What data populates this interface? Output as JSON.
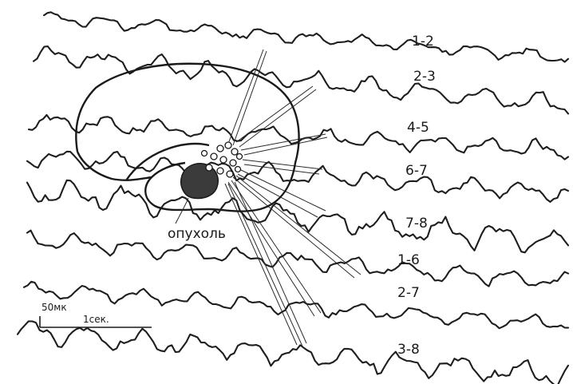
{
  "channels": [
    {
      "label": "1-2"
    },
    {
      "label": "2-3"
    },
    {
      "label": "4-5"
    },
    {
      "label": "6-7"
    },
    {
      "label": "7-8"
    },
    {
      "label": "1-6"
    },
    {
      "label": "2-7"
    },
    {
      "label": "3-8"
    }
  ],
  "tumor_label": "опухоль",
  "scale": {
    "amplitude_label": "50мк",
    "time_label": "1сек."
  }
}
